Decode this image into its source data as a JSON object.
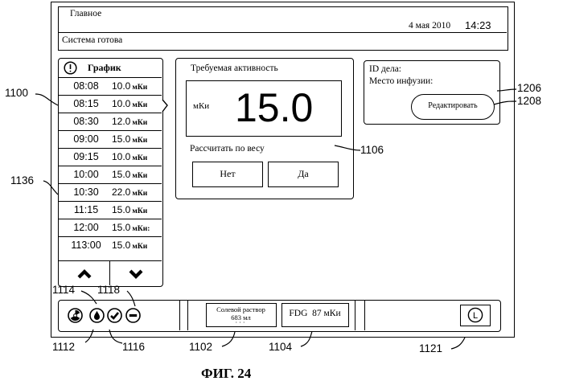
{
  "header": {
    "title": "Главное",
    "date": "4 мая 2010",
    "time": "14:23",
    "status": "Система готова"
  },
  "schedule": {
    "title": "График",
    "info_icon": "exclamation-circle-icon",
    "rows": [
      {
        "time": "08:08",
        "value": "10.0",
        "unit": "мКи"
      },
      {
        "time": "08:15",
        "value": "10.0",
        "unit": "мКи"
      },
      {
        "time": "08:30",
        "value": "12.0",
        "unit": "мКи"
      },
      {
        "time": "09:00",
        "value": "15.0",
        "unit": "мКи"
      },
      {
        "time": "09:15",
        "value": "10.0",
        "unit": "мКи"
      },
      {
        "time": "10:00",
        "value": "15.0",
        "unit": "мКи"
      },
      {
        "time": "10:30",
        "value": "22.0",
        "unit": "мКи"
      },
      {
        "time": "11:15",
        "value": "15.0",
        "unit": "мКи"
      },
      {
        "time": "12:00",
        "value": "15.0",
        "unit": "мКи:"
      },
      {
        "time": "113:00",
        "value": "15.0",
        "unit": "мКи"
      }
    ],
    "selected_index": 1,
    "up_icon": "chevron-up-icon",
    "down_icon": "chevron-down-icon"
  },
  "activity": {
    "label": "Требуемая активность",
    "unit": "мКи",
    "value": "15.0",
    "weight_label": "Рассчитать по весу",
    "no_label": "Нет",
    "yes_label": "Да"
  },
  "case": {
    "id_label": "ID дела:",
    "site_label": "Место инфузии:",
    "edit_label": "Редактировать"
  },
  "status_bar": {
    "icons": [
      "radiation-icon",
      "drop-icon",
      "check-circle-icon",
      "minus-circle-icon"
    ],
    "saline_label": "Солевой раствор",
    "saline_volume": "683 мл",
    "fdg_label": "FDG  87 мКи",
    "clock_icon": "clock-l-icon",
    "clock_glyph": "L"
  },
  "references": {
    "r1100": "1100",
    "r1136": "1136",
    "r1206": "1206",
    "r1208": "1208",
    "r1106": "1106",
    "r1114": "1114",
    "r1118": "1118",
    "r1112": "1112",
    "r1116": "1116",
    "r1102": "1102",
    "r1104": "1104",
    "r1121": "1121"
  },
  "figure_caption": "ФИГ. 24"
}
